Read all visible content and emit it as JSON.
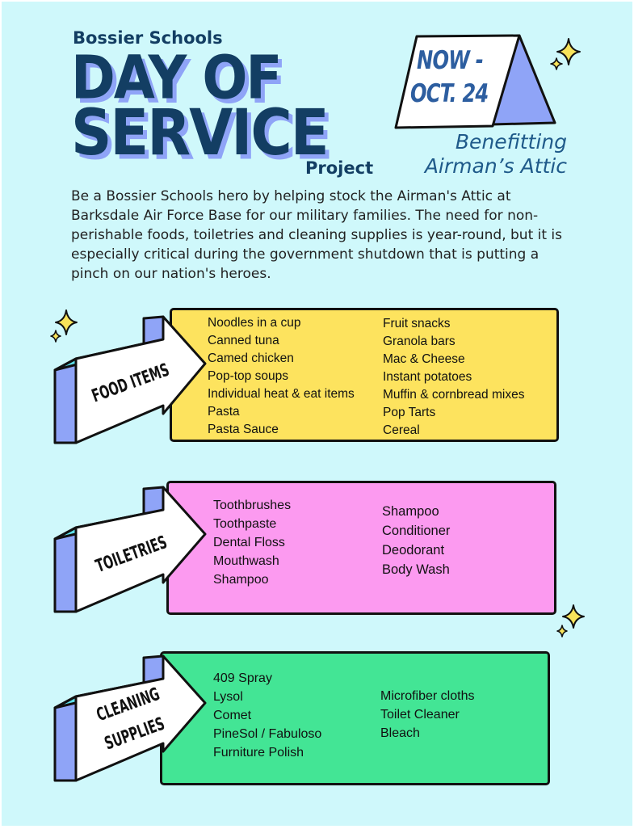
{
  "header": {
    "org": "Bossier Schools",
    "title_line1": "DAY OF",
    "title_line2": "SERVICE",
    "subtitle": "Project"
  },
  "dates": {
    "line1": "NOW -",
    "line2": "OCT. 24"
  },
  "benefit": {
    "line1": "Benefitting",
    "line2": "Airman’s Attic"
  },
  "intro": "Be a Bossier Schools hero by helping stock the Airman's Attic at Barksdale Air Force Base for our military families. The need for non-perishable foods, toiletries and cleaning supplies is year-round, but it is especially critical during the government shutdown that is putting a pinch on our nation's heroes.",
  "sections": [
    {
      "label": "FOOD ITEMS",
      "color": "#fde35e",
      "col1": [
        "Noodles in a cup",
        "Canned tuna",
        "Camed chicken",
        "Pop-top soups",
        "Individual heat & eat items",
        "Pasta",
        "Pasta Sauce"
      ],
      "col2": [
        "Fruit snacks",
        "Granola bars",
        "Mac & Cheese",
        "Instant potatoes",
        "Muffin & cornbread mixes",
        "Pop Tarts",
        "Cereal"
      ]
    },
    {
      "label": "TOILETRIES",
      "color": "#fc9af0",
      "col1": [
        "Toothbrushes",
        "Toothpaste",
        "Dental Floss",
        "Mouthwash",
        "Shampoo"
      ],
      "col2": [
        "Shampoo",
        "Conditioner",
        "Deodorant",
        "Body Wash"
      ]
    },
    {
      "label_line1": "CLEANING",
      "label_line2": "SUPPLIES",
      "color": "#43e595",
      "col1": [
        "409 Spray",
        "Lysol",
        "Comet",
        "PineSol / Fabuloso",
        "Furniture Polish"
      ],
      "col2": [
        "Microfiber cloths",
        "Toilet Cleaner",
        "Bleach"
      ]
    }
  ],
  "colors": {
    "background": "#cff8fb",
    "title": "#133e63",
    "title_shadow": "#8fa4f7",
    "arrow_side": "#8fa4f7",
    "arrow_top": "#5ee0ea",
    "sparkle": "#f8e35a"
  },
  "icons": [
    "sparkle-icon",
    "arrow-icon",
    "tent-sign"
  ]
}
